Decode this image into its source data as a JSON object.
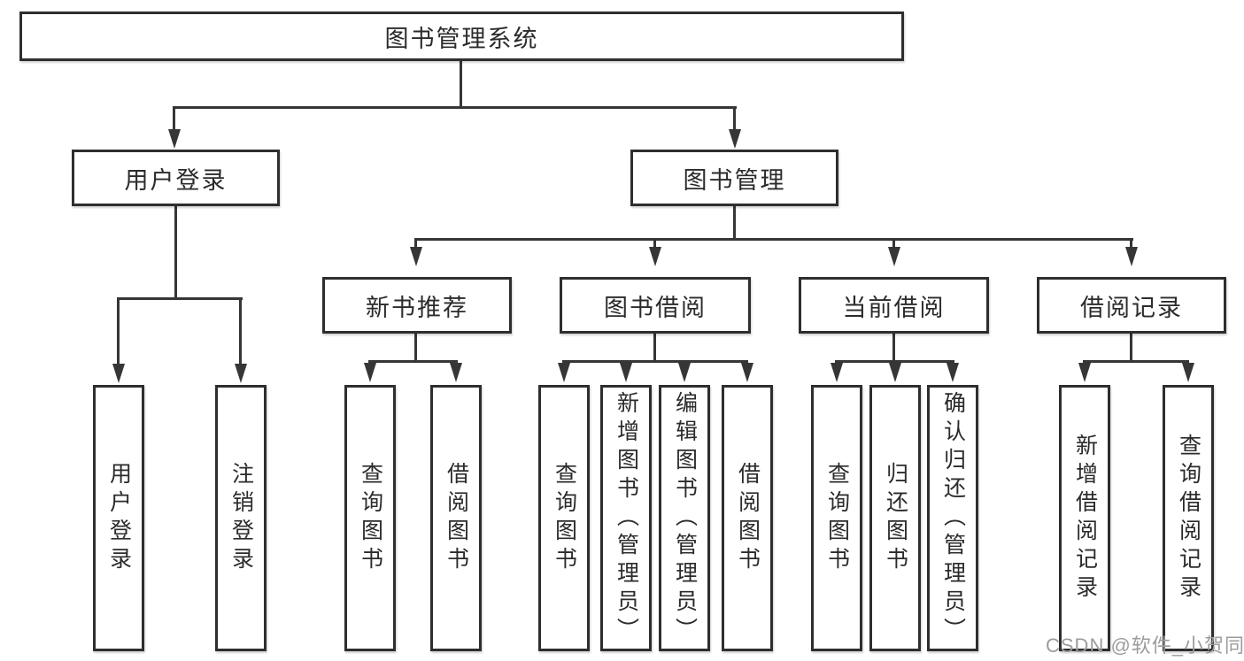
{
  "diagram": {
    "root": {
      "label": "图书管理系统"
    },
    "branches": [
      {
        "label": "用户登录",
        "children": [
          {
            "label": "用户登录"
          },
          {
            "label": "注销登录"
          }
        ]
      },
      {
        "label": "图书管理",
        "children": [
          {
            "label": "新书推荐",
            "children": [
              {
                "label": "查询图书"
              },
              {
                "label": "借阅图书"
              }
            ]
          },
          {
            "label": "图书借阅",
            "children": [
              {
                "label": "查询图书"
              },
              {
                "label": "新增图书（管理员）"
              },
              {
                "label": "编辑图书（管理员）"
              },
              {
                "label": "借阅图书"
              }
            ]
          },
          {
            "label": "当前借阅",
            "children": [
              {
                "label": "查询图书"
              },
              {
                "label": "归还图书"
              },
              {
                "label": "确认归还（管理员）"
              }
            ]
          },
          {
            "label": "借阅记录",
            "children": [
              {
                "label": "新增借阅记录"
              },
              {
                "label": "查询借阅记录"
              }
            ]
          }
        ]
      }
    ]
  },
  "watermark": {
    "text": "CSDN @软件_小贺同学",
    "color": "#9c9c9c"
  },
  "colors": {
    "line": "#363636",
    "box_border": "#2e2e2e",
    "text": "#2b2b2b",
    "background": "#ffffff"
  }
}
